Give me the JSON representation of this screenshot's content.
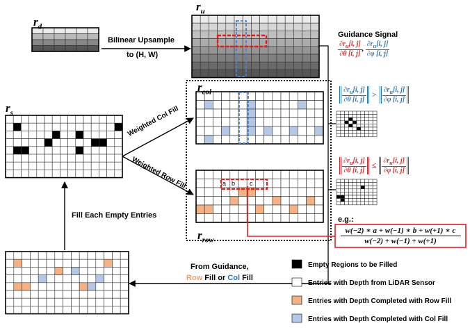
{
  "labels": {
    "r_d": "r",
    "r_d_sub": "d",
    "r_u": "r",
    "r_u_sub": "u",
    "r_col": "r",
    "r_col_sub": "col",
    "r_row": "r",
    "r_row_sub": "row",
    "r_s": "r",
    "r_s_sub": "s"
  },
  "arrows": {
    "upsample_line1": "Bilinear Upsample",
    "upsample_line2": "to (H, W)",
    "col_fill": "Weighted Col Fill",
    "row_fill": "Weighted Row Fill",
    "fill_each": "Fill Each Empty Entries",
    "from_guidance": "From Guidance,",
    "row_word": "Row",
    "fill_or": " Fill or ",
    "col_word": "Col",
    "fill_end": " Fill"
  },
  "guidance": {
    "title": "Guidance Signal",
    "num": "∂r",
    "num_sub": "u",
    "idx": "[i, j]",
    "den_theta": "∂θ [i, j]",
    "den_phi": "∂φ [i, j]",
    "sep": ",",
    "gt": ">",
    "le": "≤"
  },
  "window_letters": [
    "a",
    "b",
    "c"
  ],
  "example": {
    "label": "e.g.:",
    "numerator": "w(−2) ∗ a + w(−1) ∗ b + w(+1) ∗ c",
    "denominator": "w(−2) + w(−1) + w(+1)"
  },
  "legend": [
    {
      "text": "Empty Regions to be Filled",
      "swatch": "#000000"
    },
    {
      "text": "Entries with Depth from LiDAR Sensor",
      "swatch": "#ffffff"
    },
    {
      "text": "Entries with Depth Completed with Row Fill",
      "swatch": "#f4b183"
    },
    {
      "text": "Entries with Depth Completed with Col Fill",
      "swatch": "#b4c7e7"
    }
  ],
  "colors": {
    "black": "#000000",
    "row_fill": "#f4b183",
    "col_fill": "#b4c7e7",
    "red": "#d9252a",
    "blue": "#2e75b6",
    "grid_line": "#333333"
  }
}
